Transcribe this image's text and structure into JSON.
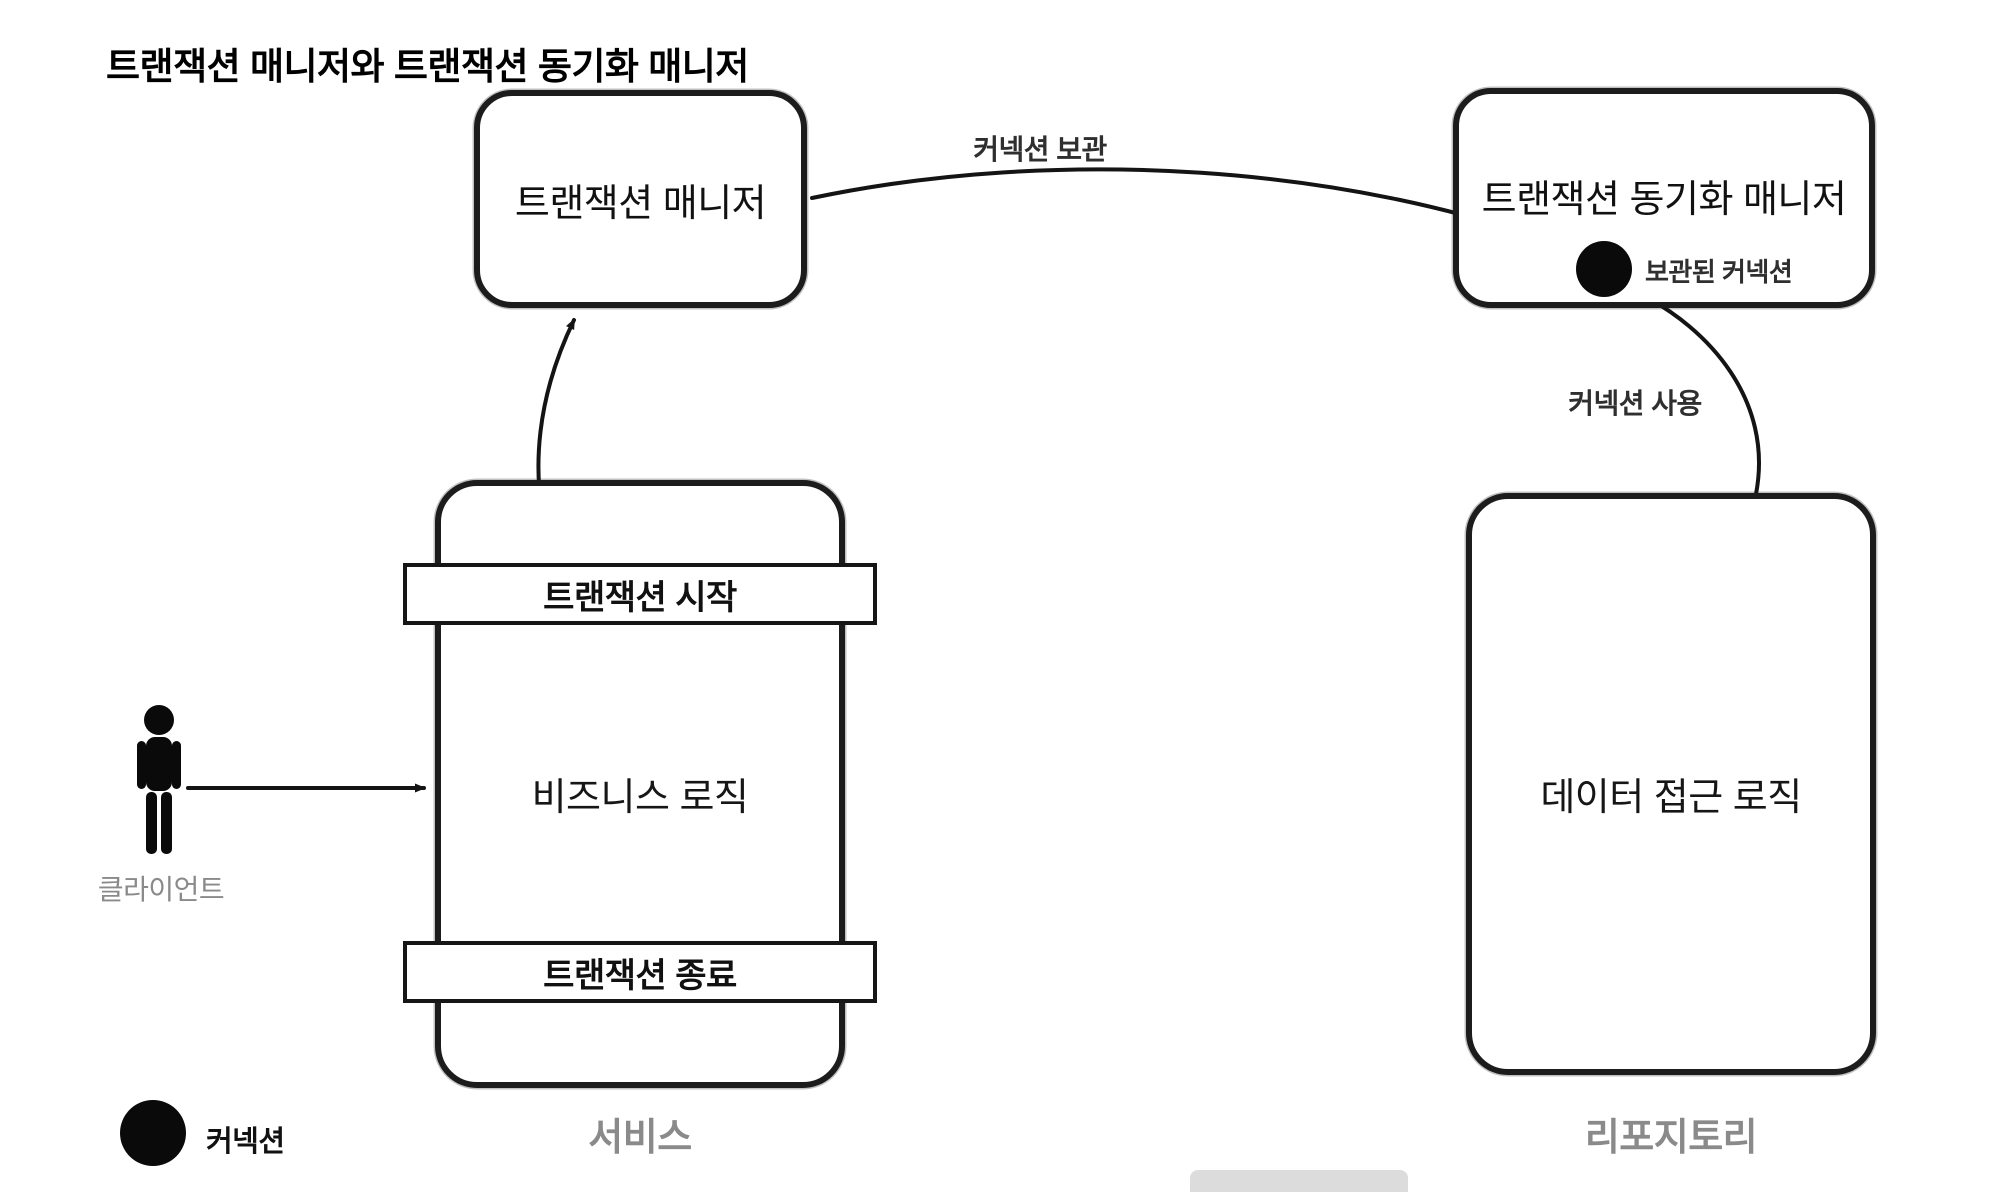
{
  "title": "트랜잭션 매니저와 트랜잭션 동기화 매니저",
  "tm": {
    "label": "트랜잭션 매니저"
  },
  "sync": {
    "label": "트랜잭션 동기화 매니저",
    "stored": "보관된 커넥션"
  },
  "service": {
    "start": "트랜잭션 시작",
    "body": "비즈니스 로직",
    "end": "트랜잭션 종료",
    "caption": "서비스"
  },
  "repo": {
    "body": "데이터 접근 로직",
    "caption": "리포지토리"
  },
  "client": {
    "caption": "클라이언트"
  },
  "edges": {
    "store": "커넥션 보관",
    "use": "커넥션 사용"
  },
  "legend": {
    "connection": "커넥션"
  },
  "colors": {
    "ink": "#161616",
    "muted": "#8a8a8a",
    "dot": "#0a0a0a"
  }
}
